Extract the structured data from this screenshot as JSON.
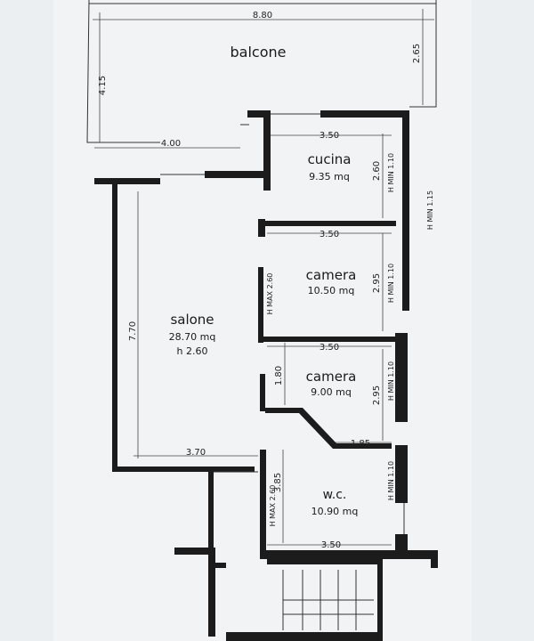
{
  "rooms": {
    "balcone": {
      "name": "balcone"
    },
    "cucina": {
      "name": "cucina",
      "area": "9.35 mq"
    },
    "camera1": {
      "name": "camera",
      "area": "10.50 mq"
    },
    "salone": {
      "name": "salone",
      "area": "28.70 mq",
      "height": "h 2.60"
    },
    "camera2": {
      "name": "camera",
      "area": "9.00 mq"
    },
    "wc": {
      "name": "w.c.",
      "area": "10.90 mq"
    }
  },
  "dimensions": {
    "balcony_width": "8.80",
    "balcony_left_depth": "4.15",
    "balcony_right_depth": "2.65",
    "salone_top_width": "4.00",
    "salone_depth": "7.70",
    "salone_bottom_width": "3.70",
    "cucina_width": "3.50",
    "cucina_depth": "2.60",
    "camera1_width": "3.50",
    "camera1_depth": "2.95",
    "camera2_width": "3.50",
    "camera2_depth": "2.95",
    "hall_length": "1.80",
    "wc_top_width": "1.85",
    "wc_depth": "3.85",
    "wc_width": "3.50"
  },
  "height_notes": {
    "cucina_hmin": "H MIN 1.10",
    "camera1_hmin": "H MIN 1.10",
    "camera2_hmin": "H MIN 1.10",
    "wc_hmin": "H MIN 1.10",
    "outer_hmin": "H MIN 1.15",
    "camera1_hmax": "H MAX 2.60",
    "wc_hmax": "H MAX 2.60"
  }
}
